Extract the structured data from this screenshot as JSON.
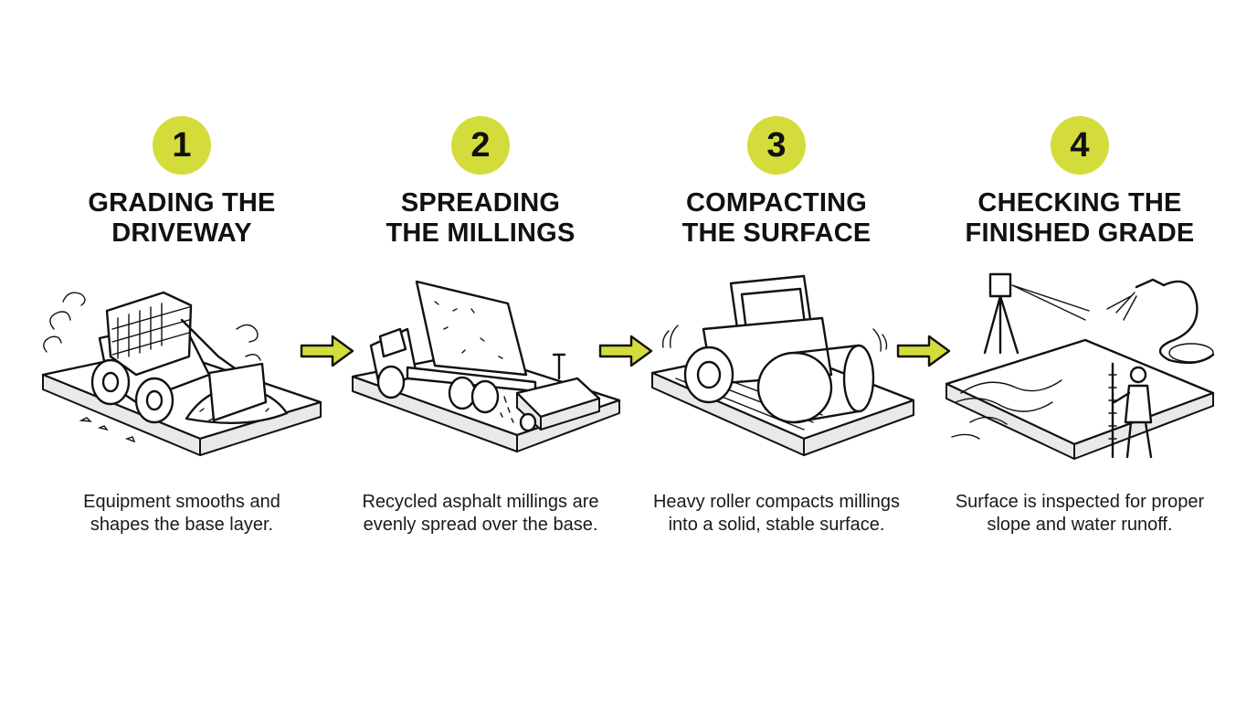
{
  "accent_color": "#d4dc3c",
  "steps": [
    {
      "number": "1",
      "title_line1": "GRADING THE",
      "title_line2": "DRIVEWAY",
      "description": "Equipment smooths and shapes the base layer.",
      "icon": "skid-steer-loader-icon"
    },
    {
      "number": "2",
      "title_line1": "SPREADING",
      "title_line2": "THE MILLINGS",
      "description": "Recycled asphalt millings are evenly spread over the base.",
      "icon": "dump-truck-spreader-icon"
    },
    {
      "number": "3",
      "title_line1": "COMPACTING",
      "title_line2": "THE SURFACE",
      "description": "Heavy roller compacts millings into a solid, stable surface.",
      "icon": "road-roller-icon"
    },
    {
      "number": "4",
      "title_line1": "CHECKING THE",
      "title_line2": "FINISHED GRADE",
      "description": "Surface is inspected for proper slope and water runoff.",
      "icon": "laser-level-inspection-icon"
    }
  ],
  "connector_icon": "right-arrow-icon"
}
